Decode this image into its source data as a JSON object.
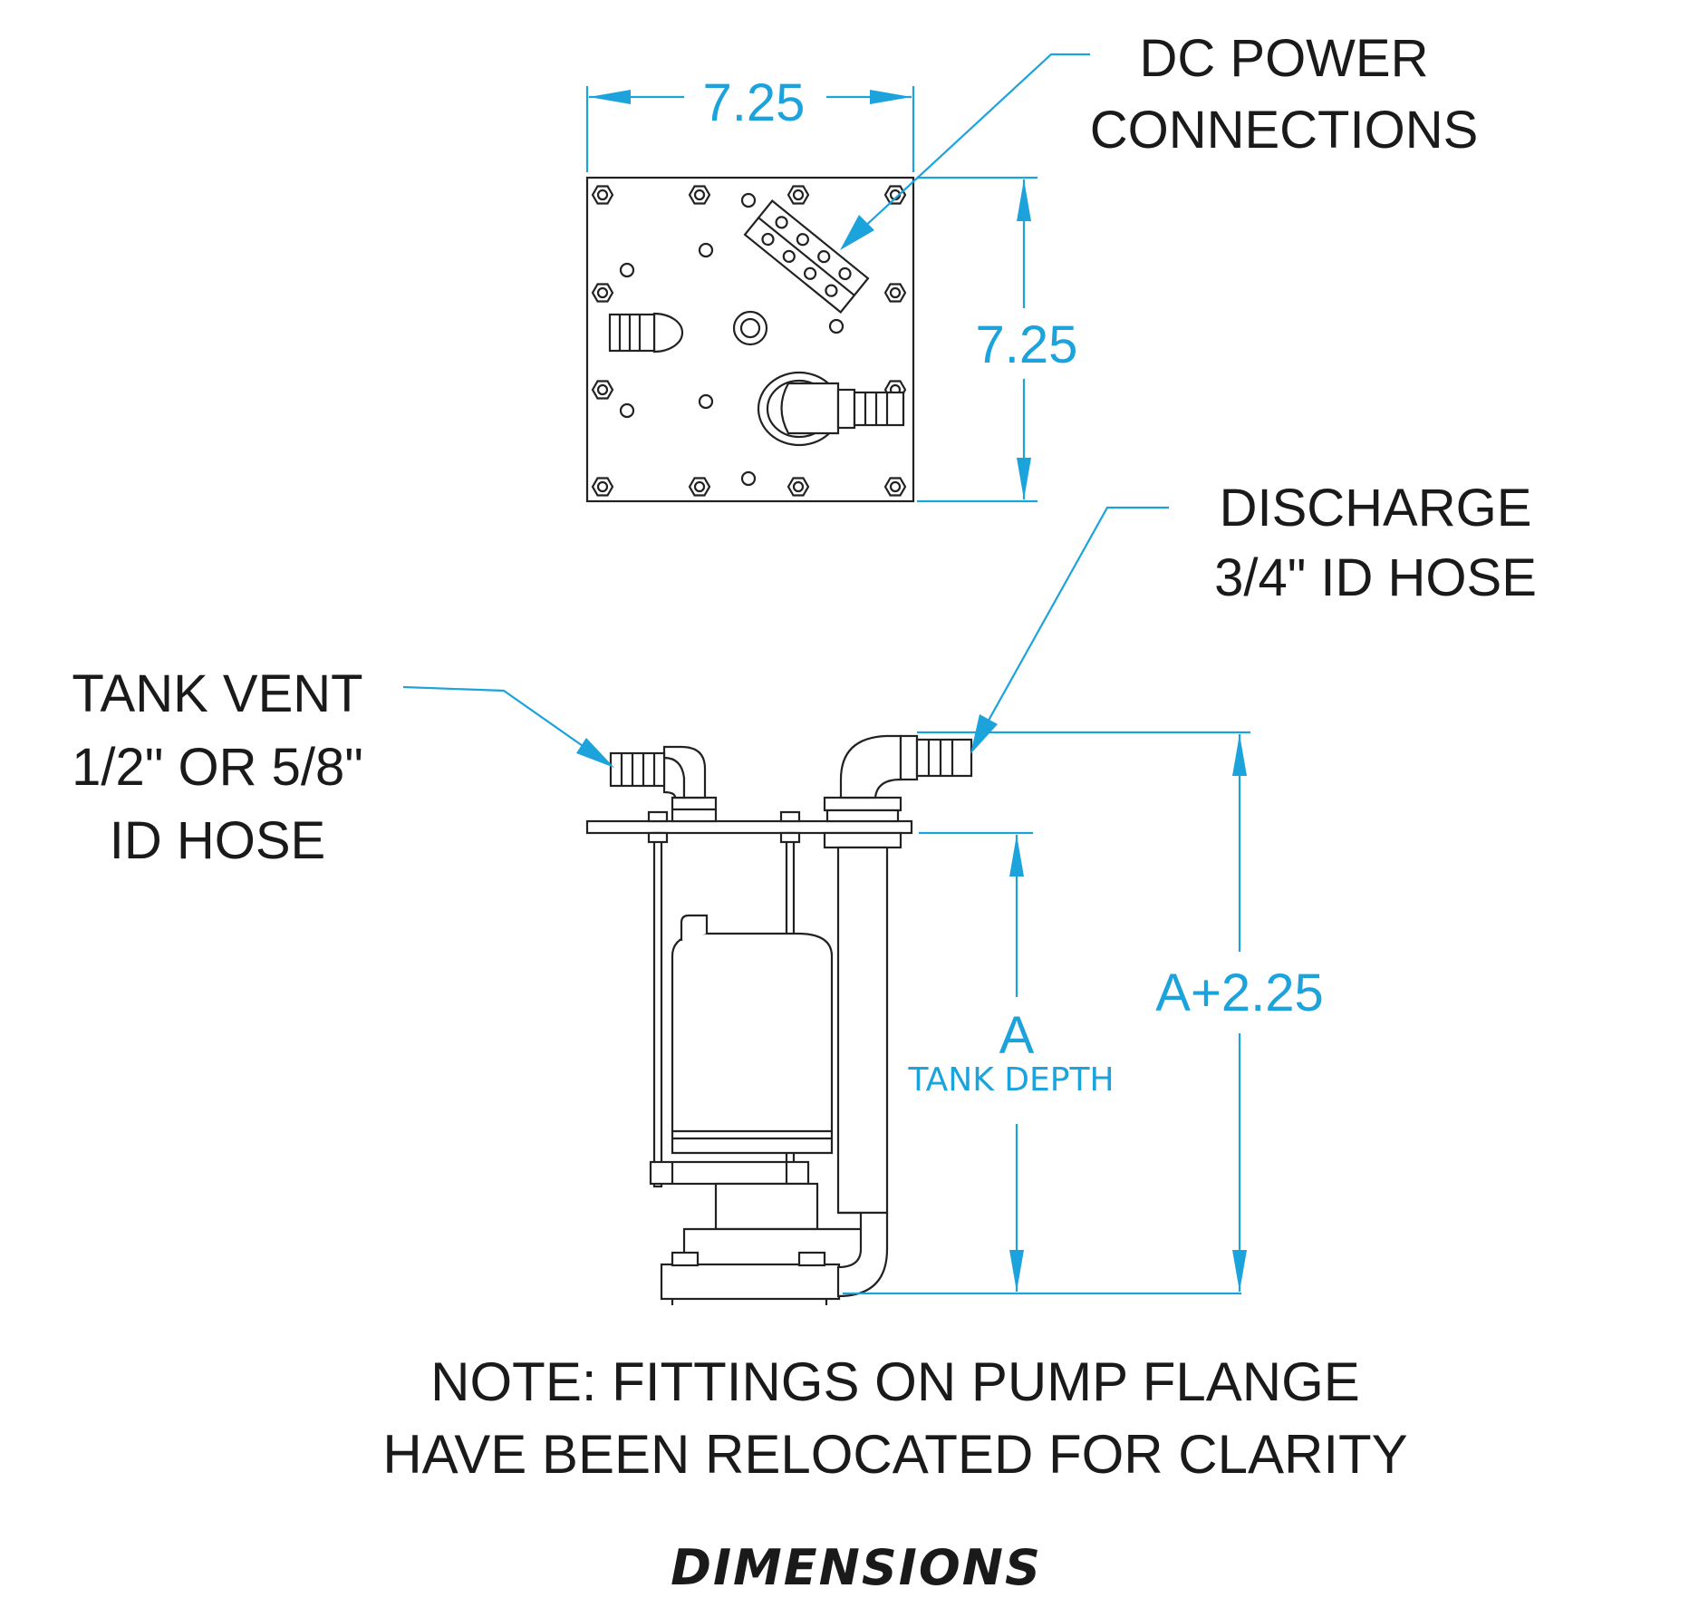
{
  "top_view": {
    "width_dim": "7.25",
    "height_dim": "7.25"
  },
  "callouts": {
    "dc_power_line1": "DC POWER",
    "dc_power_line2": "CONNECTIONS",
    "discharge_line1": "DISCHARGE",
    "discharge_line2": "3/4\" ID HOSE",
    "tank_vent_line1": "TANK VENT",
    "tank_vent_line2": "1/2\" OR 5/8\"",
    "tank_vent_line3": "ID HOSE"
  },
  "side_view": {
    "a_dim": "A",
    "a_caption": "TANK DEPTH",
    "overall_dim": "A+2.25"
  },
  "note": {
    "line1": "NOTE: FITTINGS ON PUMP FLANGE",
    "line2": "HAVE BEEN RELOCATED FOR CLARITY"
  },
  "title": "DIMENSIONS",
  "colors": {
    "dimension": "#1ca3dc",
    "linework": "#222222"
  }
}
